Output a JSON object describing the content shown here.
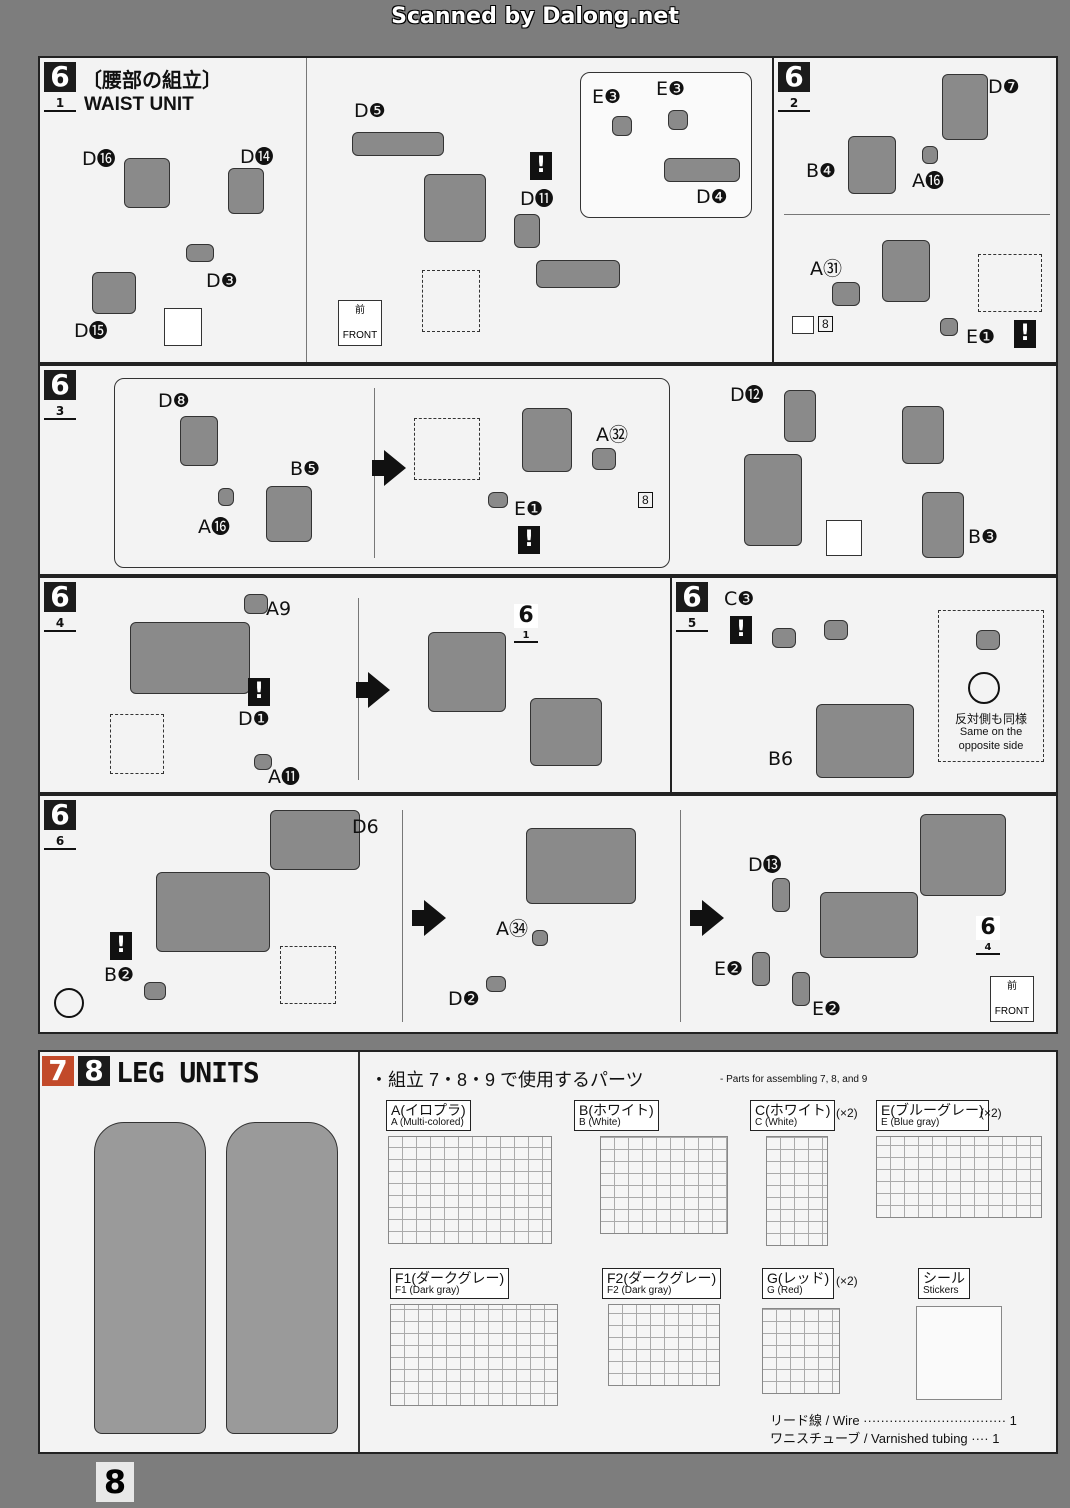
{
  "header": {
    "scan_title": "Scanned by Dalong.net"
  },
  "s1": {
    "step": "6",
    "sub": "1",
    "title_jp": "〔腰部の組立〕",
    "title_en": "WAIST UNIT",
    "labels": [
      "D⓰",
      "D⓮",
      "D❸",
      "D⓯",
      "D❺",
      "D⓫",
      "E❸",
      "E❸",
      "D❹"
    ],
    "front_jp": "前",
    "front_en": "FRONT"
  },
  "s2": {
    "step": "6",
    "sub": "2",
    "labels": [
      "D❼",
      "B❹",
      "A⓰",
      "A㉛",
      "E❶"
    ],
    "sticker": "8"
  },
  "s3": {
    "step": "6",
    "sub": "3",
    "labels": [
      "D❽",
      "B❺",
      "A⓰",
      "A㉜",
      "E❶",
      "D⓬",
      "B❸"
    ],
    "sticker": "8"
  },
  "s4": {
    "step": "6",
    "sub": "4",
    "labels": [
      "A9",
      "D❶",
      "A⓫"
    ],
    "ref_step": "6",
    "ref_sub": "1"
  },
  "s5": {
    "step": "6",
    "sub": "5",
    "labels": [
      "C❸",
      "B6"
    ],
    "note_jp": "反対側も同様",
    "note_en1": "Same on the",
    "note_en2": "opposite side"
  },
  "s6": {
    "step": "6",
    "sub": "6",
    "labels": [
      "D6",
      "B❷",
      "A㉞",
      "D❷",
      "D⓭",
      "E❷",
      "E❷"
    ],
    "ref_step": "6",
    "ref_sub": "4",
    "front_jp": "前",
    "front_en": "FRONT"
  },
  "leg": {
    "step_a": "7",
    "step_b": "8",
    "title": "LEG UNITS",
    "parts_jp": "・組立 7・8・9 で使用するパーツ",
    "parts_en": "- Parts for assembling 7, 8, and 9",
    "runners": [
      {
        "jp": "A(イロプラ)",
        "en": "A (Multi-colored)",
        "mult": ""
      },
      {
        "jp": "B(ホワイト)",
        "en": "B (White)",
        "mult": ""
      },
      {
        "jp": "C(ホワイト)",
        "en": "C (White)",
        "mult": "(×2)"
      },
      {
        "jp": "E(ブルーグレー)",
        "en": "E (Blue gray)",
        "mult": "(×2)"
      },
      {
        "jp": "F1(ダークグレー)",
        "en": "F1 (Dark gray)",
        "mult": ""
      },
      {
        "jp": "F2(ダークグレー)",
        "en": "F2 (Dark gray)",
        "mult": ""
      },
      {
        "jp": "G(レッド)",
        "en": "G (Red)",
        "mult": "(×2)"
      },
      {
        "jp": "シール",
        "en": "Stickers",
        "mult": ""
      }
    ],
    "extras": [
      {
        "text": "リード線 / Wire ································· 1"
      },
      {
        "text": "ワニスチューブ / Varnished tubing ···· 1"
      }
    ]
  },
  "page_number": "8"
}
